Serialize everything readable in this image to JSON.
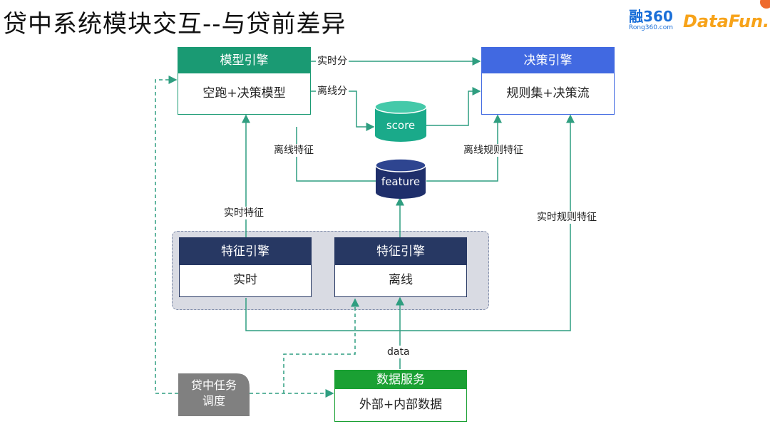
{
  "title": "贷中系统模块交互--与贷前差异",
  "logos": {
    "rong360_main": "融360",
    "rong360_sub": "Rong360.com",
    "datafun": "DataFun."
  },
  "colors": {
    "model_engine": "#1a9a73",
    "decision_engine": "#4169e1",
    "feature_engine": "#273863",
    "data_service": "#1aa033",
    "score_db": "#1aaa8a",
    "feature_db": "#1f2f6b",
    "scheduler": "#808080",
    "wire": "#2f9e80"
  },
  "boxes": {
    "model_engine": {
      "header": "模型引擎",
      "body": "空跑+决策模型"
    },
    "decision_engine": {
      "header": "决策引擎",
      "body": "规则集+决策流"
    },
    "feature_realtime": {
      "header": "特征引擎",
      "body": "实时"
    },
    "feature_offline": {
      "header": "特征引擎",
      "body": "离线"
    },
    "data_service": {
      "header": "数据服务",
      "body": "外部+内部数据"
    }
  },
  "databases": {
    "score": "score",
    "feature": "feature"
  },
  "scheduler": {
    "line1": "贷中任务",
    "line2": "调度"
  },
  "edge_labels": {
    "realtime_score": "实时分",
    "offline_score": "离线分",
    "offline_feature": "离线特征",
    "offline_rule_feature": "离线规则特征",
    "realtime_feature": "实时特征",
    "realtime_rule_feature": "实时规则特征",
    "data": "data"
  }
}
